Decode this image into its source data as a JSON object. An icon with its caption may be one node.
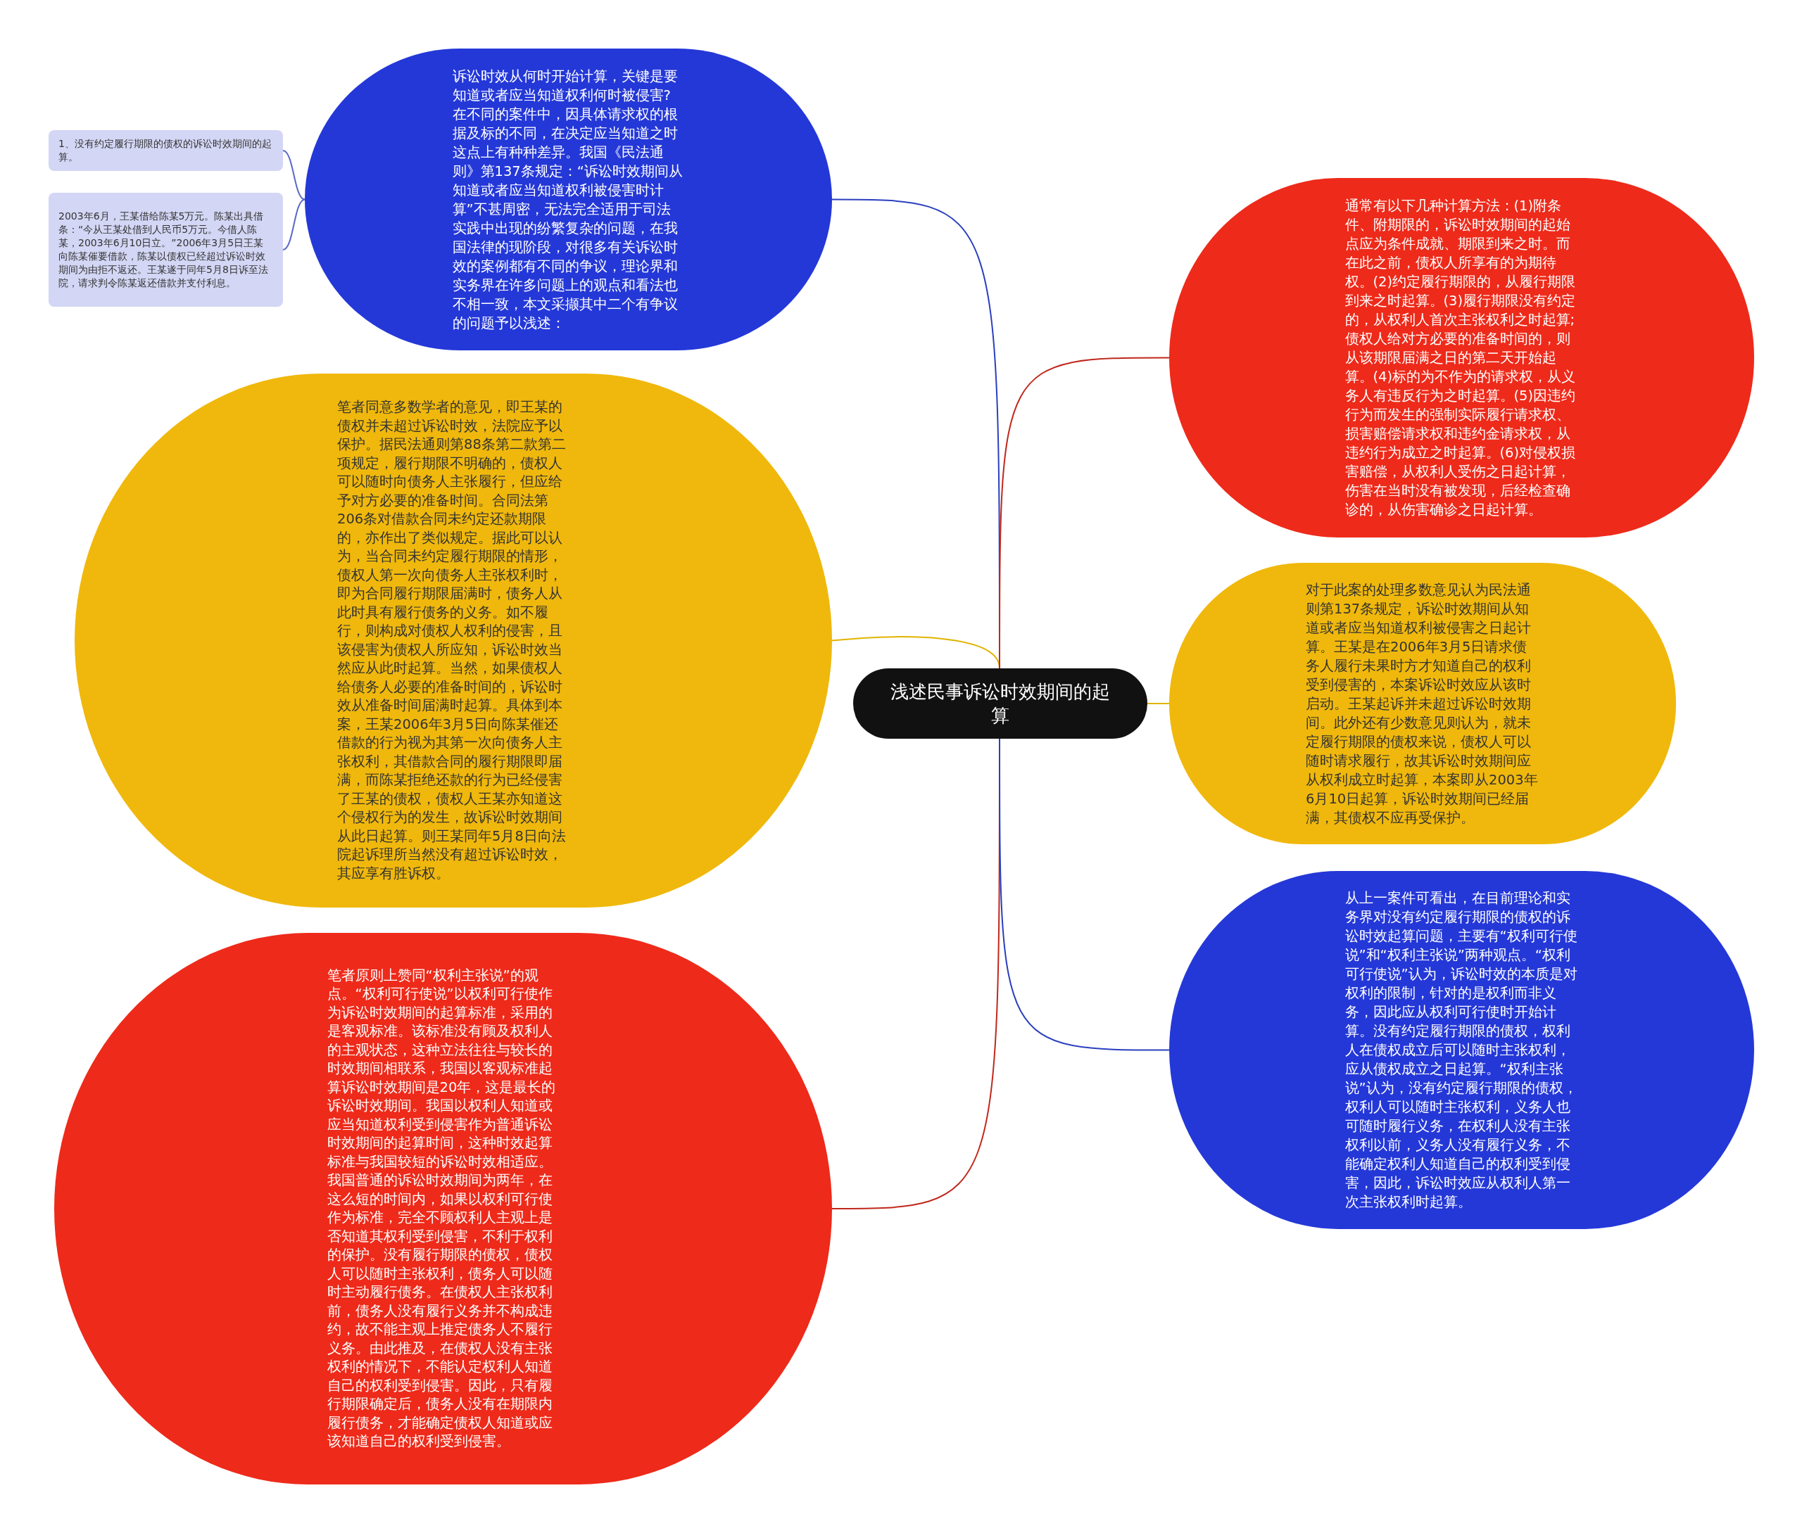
{
  "diagram": {
    "nodes": [
      {
        "text": [
          "浅述民事诉讼时效期间的起算"
        ]
      },
      {
        "text": [
          "诉讼时效从何时开始计算，关键是要知道或者应当知道权利何时被侵害?在不同的案件中，因具体请求权的根据及标的不同，在决定应当知道之时这点上有种种差异。我国《民法通则》第137条规定：“诉讼时效期间从知道或者应当知道权利被侵害时计算”不甚周密，无法完全适用于司法实践中出现的纷繁复杂的问题，在我国法律的现阶段，对很多有关诉讼时效的案例都有不同的争议，理论界和实务界在许多问题上的观点和看法也不相一致，本文采撷其中二个有争议的问题予以浅述："
        ]
      },
      {
        "text": [
          "1、没有约定履行期限的债权的诉讼时效期间的起算。"
        ]
      },
      {
        "text": [
          "2003年6月，王某借给陈某5万元。陈某出具借条：“今从王某处借到人民币5万元。今借人陈某，2003年6月10日立。”2006年3月5日王某向陈某催要借款，陈某以债权已经超过诉讼时效期间为由拒不返还。王某遂于同年5月8日诉至法院，请求判令陈某返还借款并支付利息。"
        ]
      },
      {
        "text": [
          "笔者同意多数学者的意见，即王某的债权并未超过诉讼时效，法院应予以保护。据民法通则第88条第二款第二项规定，履行期限不明确的，债权人可以随时向债务人主张履行，但应给予对方必要的准备时间。合同法第206条对借款合同未约定还款期限的，亦作出了类似规定。据此可以认为，当合同未约定履行期限的情形，债权人第一次向债务人主张权利时，即为合同履行期限届满时，债务人从此时具有履行债务的义务。如不履行，则构成对债权人权利的侵害，且该侵害为债权人所应知，诉讼时效当然应从此时起算。当然，如果债权人给债务人必要的准备时间的，诉讼时效从准备时间届满时起算。具体到本案，王某2006年3月5日向陈某催还借款的行为视为其第一次向债务人主张权利，其借款合同的履行期限即届满，而陈某拒绝还款的行为已经侵害了王某的债权，债权人王某亦知道这个侵权行为的发生，故诉讼时效期间从此日起算。则王某同年5月8日向法院起诉理所当然没有超过诉讼时效，其应享有胜诉权。"
        ]
      },
      {
        "text": [
          "笔者原则上赞同“权利主张说”的观点。“权利可行使说”以权利可行使作为诉讼时效期间的起算标准，采用的是客观标准。该标准没有顾及权利人的主观状态，这种立法往往与较长的时效期间相联系，我国以客观标准起算诉讼时效期间是20年，这是最长的诉讼时效期间。我国以权利人知道或应当知道权利受到侵害作为普通诉讼时效期间的起算时间，这种时效起算标准与我国较短的诉讼时效相适应。我国普通的诉讼时效期间为两年，在这么短的时间内，如果以权利可行使作为标准，完全不顾权利人主观上是否知道其权利受到侵害，不利于权利的保护。没有履行期限的债权，债权人可以随时主张权利，债务人可以随时主动履行债务。在债权人主张权利前，债务人没有履行义务并不构成违约，故不能主观上推定债务人不履行义务。由此推及，在债权人没有主张权利的情况下，不能认定权利人知道自己的权利受到侵害。因此，只有履行期限确定后，债务人没有在期限内履行债务，才能确定债权人知道或应该知道自己的权利受到侵害。"
        ]
      },
      {
        "text": [
          "通常有以下几种计算方法：(1)附条件、附期限的，诉讼时效期间的起始点应为条件成就、期限到来之时。而在此之前，债权人所享有的为期待权。(2)约定履行期限的，从履行期限到来之时起算。(3)履行期限没有约定的，从权利人首次主张权利之时起算;债权人给对方必要的准备时间的，则从该期限届满之日的第二天开始起算。(4)标的为不作为的请求权，从义务人有违反行为之时起算。(5)因违约行为而发生的强制实际履行请求权、损害赔偿请求权和违约金请求权，从违约行为成立之时起算。(6)对侵权损害赔偿，从权利人受伤之日起计算，伤害在当时没有被发现，后经检查确诊的，从伤害确诊之日起计算。"
        ]
      },
      {
        "text": [
          "对于此案的处理多数意见认为民法通则第137条规定，诉讼时效期间从知道或者应当知道权利被侵害之日起计算。王某是在2006年3月5日请求债务人履行未果时方才知道自己的权利受到侵害的，本案诉讼时效应从该时启动。王某起诉并未超过诉讼时效期间。此外还有少数意见则认为，就未定履行期限的债权来说，债权人可以随时请求履行，故其诉讼时效期间应从权利成立时起算，本案即从2003年6月10日起算，诉讼时效期间已经届满，其债权不应再受保护。"
        ]
      },
      {
        "text": [
          "从上一案件可看出，在目前理论和实务界对没有约定履行期限的债权的诉讼时效起算问题，主要有“权利可行使说”和“权利主张说”两种观点。“权利可行使说”认为，诉讼时效的本质是对权利的限制，针对的是权利而非义务，因此应从权利可行使时开始计算。没有约定履行期限的债权，权利人在债权成立后可以随时主张权利，应从债权成立之日起算。“权利主张说”认为，没有约定履行期限的债权，权利人可以随时主张权利，义务人也可随时履行义务，在权利人没有主张权利以前，义务人没有履行义务，不能确定权利人知道自己的权利受到侵害，因此，诉讼时效应从权利人第一次主张权利时起算。"
        ]
      }
    ],
    "edges": [
      {
        "from": 0,
        "to": 1,
        "arrow": "none",
        "color": "#2a3fbf"
      },
      {
        "from": 1,
        "to": 2,
        "arrow": "none",
        "color": "#5a68c8"
      },
      {
        "from": 1,
        "to": 3,
        "arrow": "none",
        "color": "#5a68c8"
      },
      {
        "from": 0,
        "to": 4,
        "arrow": "none",
        "color": "#e0b400"
      },
      {
        "from": 0,
        "to": 5,
        "arrow": "none",
        "color": "#c0281c"
      },
      {
        "from": 0,
        "to": 6,
        "arrow": "none",
        "color": "#c0281c"
      },
      {
        "from": 0,
        "to": 7,
        "arrow": "none",
        "color": "#e0b400"
      },
      {
        "from": 0,
        "to": 8,
        "arrow": "none",
        "color": "#2a3fbf"
      }
    ]
  }
}
